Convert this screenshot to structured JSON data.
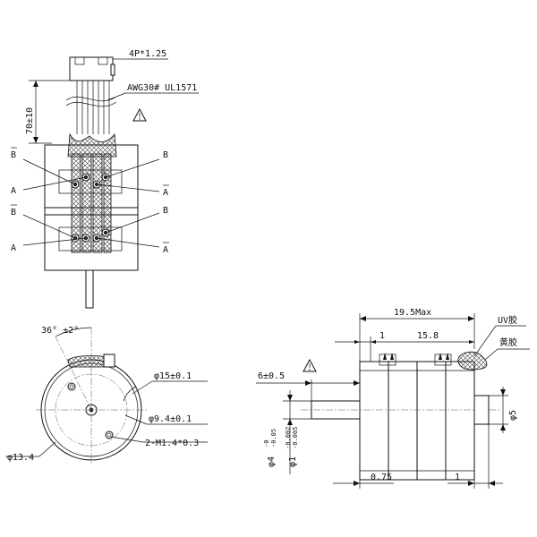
{
  "labels": {
    "connector": "4P*1.25",
    "wire": "AWG30# UL1571",
    "lead_length": "70±10",
    "b_bar_1": "B",
    "a_1": "A",
    "b_1": "B",
    "a_bar_1": "A",
    "b_bar_2": "B",
    "a_2": "A",
    "b_2": "B",
    "a_bar_2": "A",
    "angle": "36° ±2°",
    "dia_15": "φ15±0.1",
    "dia_9_4": "φ9.4±0.1",
    "holes": "2-M1.4*0.3",
    "dia_13_4": "φ13.4",
    "len_max": "19.5Max",
    "dim_1_top": "1",
    "dim_15_8": "15.8",
    "uv_glue": "UV胶",
    "yellow_glue": "黄胶",
    "shaft_len": "6±0.5",
    "dim_0_75": "0.75",
    "dim_1_bottom": "1",
    "dia_5": "φ5",
    "shaft_dia": "φ4",
    "shaft_tol_upper": "-0",
    "shaft_tol_lower": "-0.05",
    "pilot_dia": "φ1",
    "pilot_tol_upper": "-0.002",
    "pilot_tol_lower": "-0.005"
  },
  "icons": [
    "warning-triangle-icon",
    "warning-triangle-icon"
  ]
}
